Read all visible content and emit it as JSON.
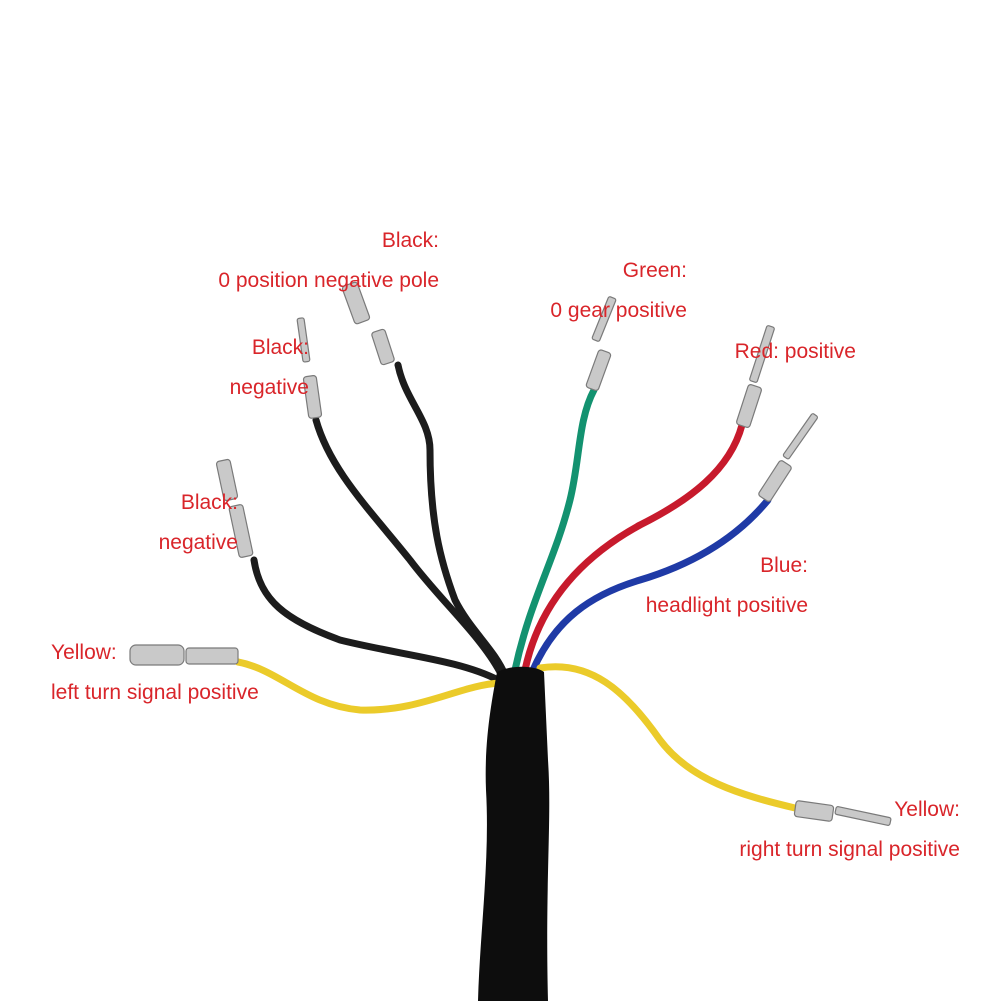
{
  "label_color": "#d9252a",
  "labels": {
    "black_zero": {
      "line1": "Black:",
      "line2": "0 position negative pole"
    },
    "black_upper": {
      "line1": "Black:",
      "line2": "negative"
    },
    "black_lower": {
      "line1": "Black:",
      "line2": "negative"
    },
    "yellow_left": {
      "line1": "Yellow:",
      "line2": "left turn signal positive"
    },
    "green": {
      "line1": "Green:",
      "line2": "0 gear positive"
    },
    "red": {
      "line1": "Red: positive"
    },
    "blue": {
      "line1": "Blue:",
      "line2": "headlight positive"
    },
    "yellow_right": {
      "line1": "Yellow:",
      "line2": "right turn signal positive"
    }
  },
  "wire_colors": {
    "black": "#1c1c1c",
    "green": "#139270",
    "red": "#c71a2c",
    "blue": "#1f3aa6",
    "yellow": "#ebcb2a",
    "sleeve": "#0d0d0d",
    "terminal": "#c9c9c9"
  }
}
